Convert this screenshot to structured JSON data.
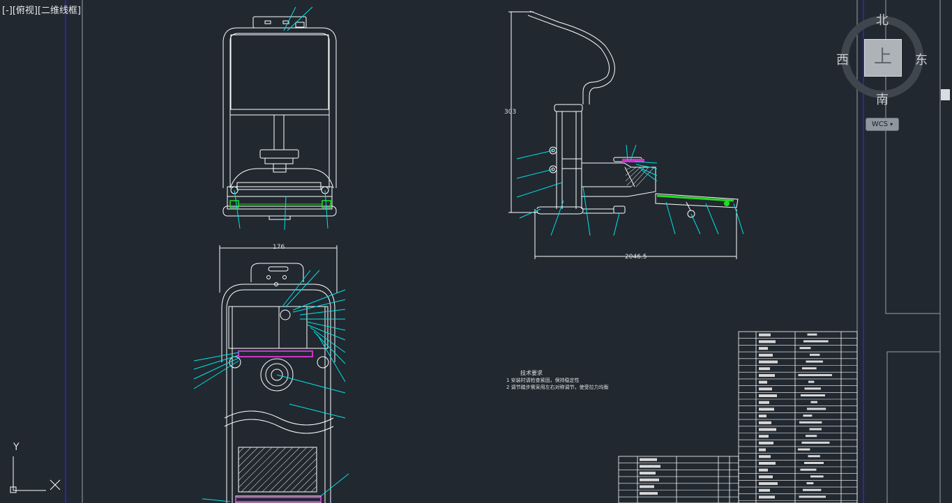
{
  "viewport": {
    "label": "[-][俯视][二维线框]"
  },
  "viewcube": {
    "north": "北",
    "south": "南",
    "east": "东",
    "west": "西",
    "face": "上",
    "wcs_label": "WCS"
  },
  "dimensions": {
    "width_top": "176",
    "height_side": "303",
    "length_side": "2046.5"
  },
  "notes": {
    "title": "技术要求",
    "line1": "1 安装时请检查紧固，保持稳定性",
    "line2": "2 调节踏步需采用左右对称调节，使受拉力均衡"
  },
  "ucs": {
    "y": "Y"
  },
  "colors": {
    "background": "#212830",
    "line": "#ffffff",
    "leader": "#00e5e5",
    "highlight_green": "#22dd22",
    "highlight_magenta": "#cc33cc",
    "blue_line": "#2a2aff"
  }
}
